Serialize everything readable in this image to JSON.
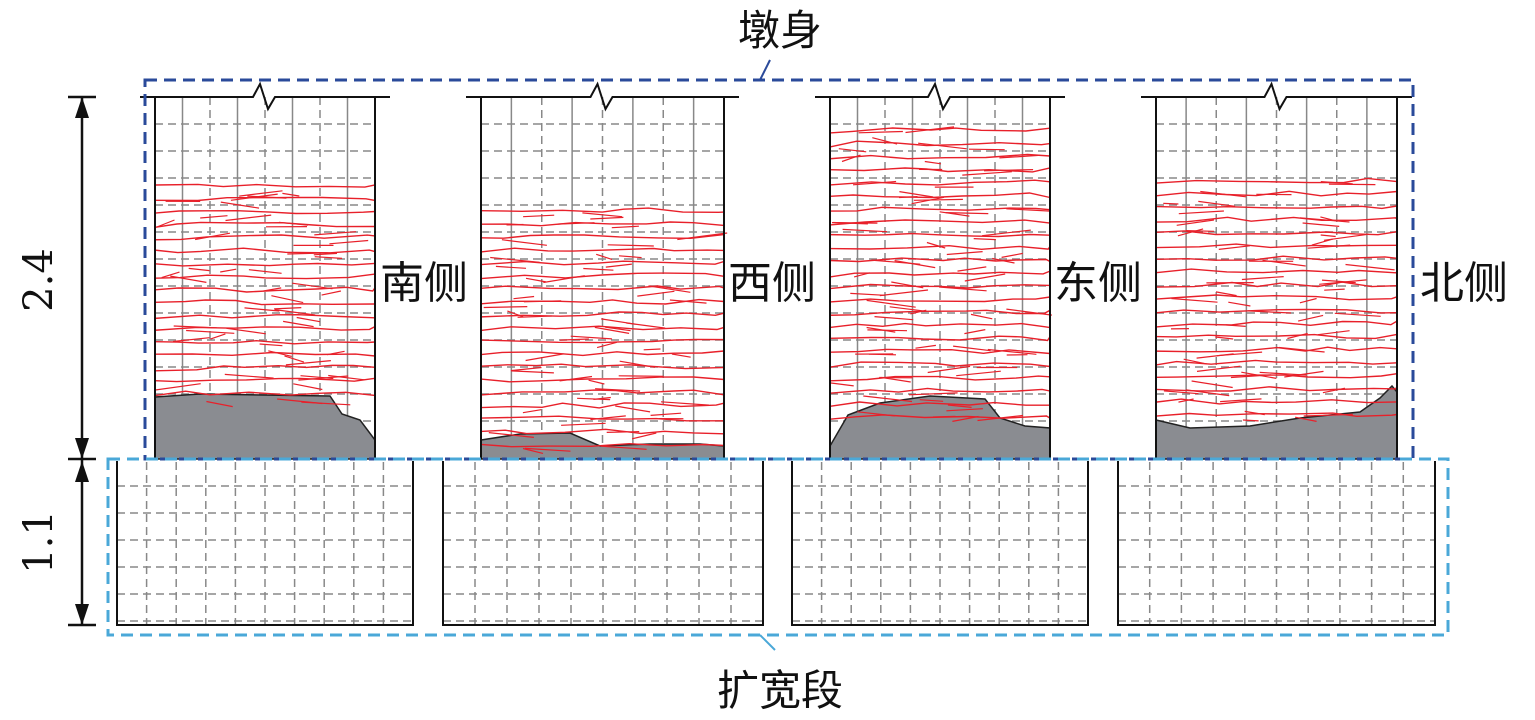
{
  "labels": {
    "pier_body": "墩身",
    "widened_section": "扩宽段",
    "dim_pier": "2.4",
    "dim_base": "1.1"
  },
  "faces": [
    {
      "name": "南侧"
    },
    {
      "name": "西侧"
    },
    {
      "name": "东侧"
    },
    {
      "name": "北侧"
    }
  ],
  "colors": {
    "crack": "#e8202a",
    "spall": "#8a8c91",
    "pier_frame": "#2a4a9a",
    "base_frame": "#4aa8d8",
    "grid": "#888888"
  }
}
